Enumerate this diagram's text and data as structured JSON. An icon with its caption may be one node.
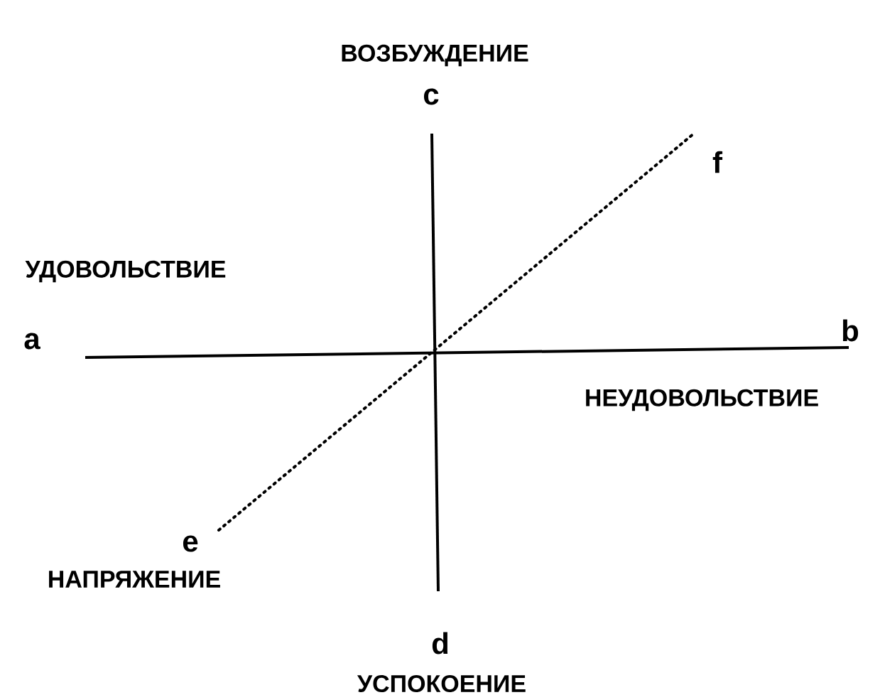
{
  "diagram": {
    "nodes": [
      {
        "text": [
          "c"
        ],
        "beside": [
          "ВОЗБУЖДЕНИЕ"
        ]
      },
      {
        "text": [
          "f"
        ]
      },
      {
        "text": [
          "a"
        ],
        "beside": [
          "УДОВОЛЬСТВИЕ"
        ]
      },
      {
        "text": [
          "b"
        ],
        "beside": [
          "НЕУДОВОЛЬСТВИЕ"
        ]
      },
      {
        "text": [
          "e"
        ],
        "beside": [
          "НАПРЯЖЕНИЕ"
        ]
      },
      {
        "text": [
          "d"
        ],
        "beside": [
          "УСПОКОЕНИЕ"
        ]
      }
    ],
    "edges": [
      {
        "from": 2,
        "to": 3,
        "arrow": "none"
      },
      {
        "from": 0,
        "to": 5,
        "arrow": "none"
      },
      {
        "from": 4,
        "to": 1,
        "arrow": "none",
        "style": "dashed"
      }
    ]
  }
}
